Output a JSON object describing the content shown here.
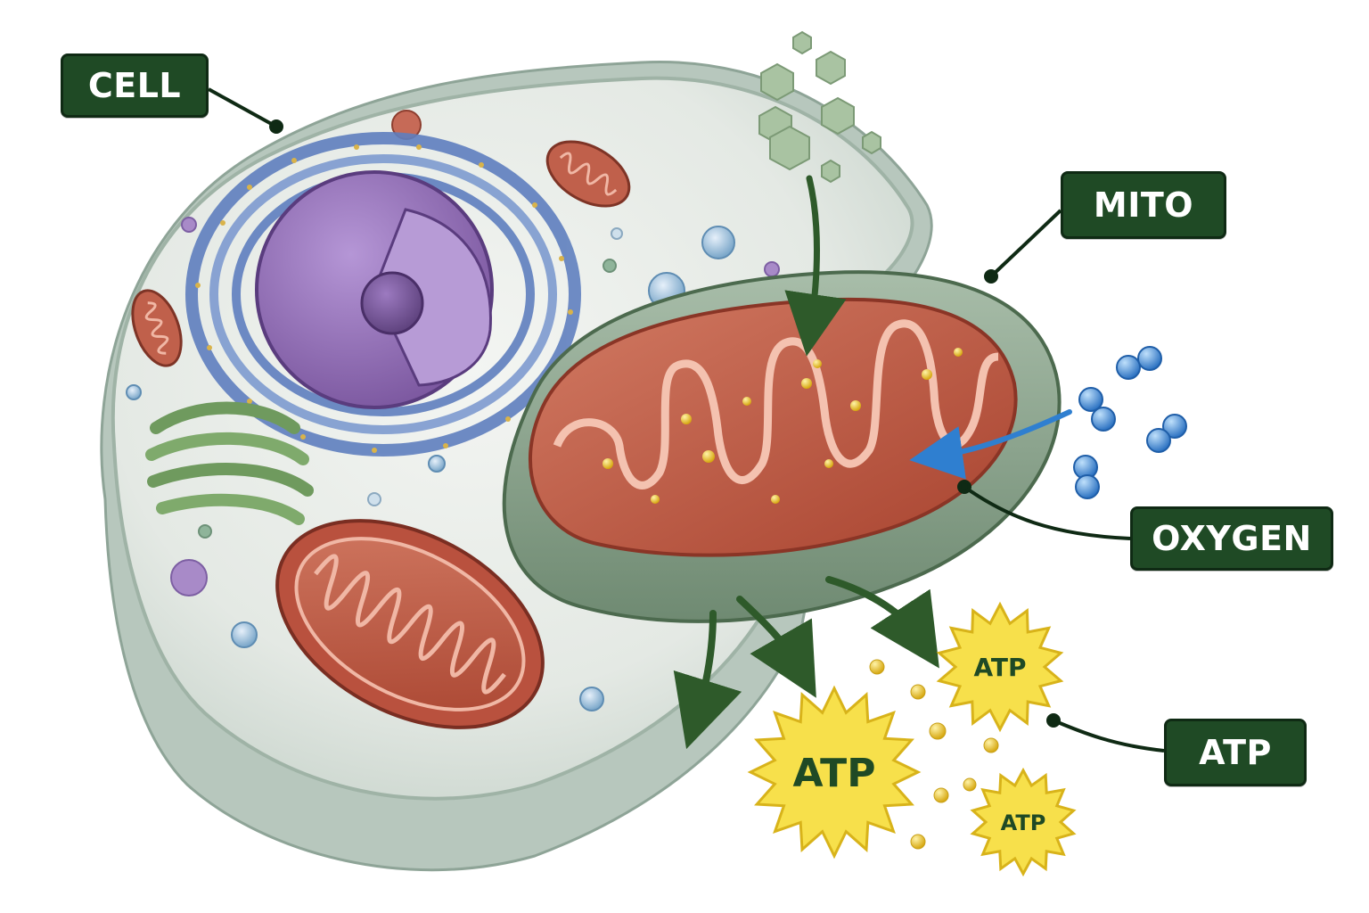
{
  "labels": {
    "cell": "CELL",
    "mito": "MITO",
    "oxygen": "OXYGEN",
    "atp": "ATP"
  },
  "atp_bursts": [
    {
      "text": "ATP"
    },
    {
      "text": "ATP"
    },
    {
      "text": "ATP"
    }
  ],
  "colors": {
    "label_bg": "#1f4a25",
    "cell_membrane": "#aebfb4",
    "cytoplasm": "#e9ece8",
    "nucleus": "#8e6bb0",
    "er": "#5f7fbf",
    "golgi": "#6f9a5e",
    "mitochondria": "#b8513f",
    "mito_outer": "#7e9880",
    "glucose": "#a9c3a2",
    "oxygen": "#3f86d4",
    "atp": "#f7e04b",
    "arrow_green": "#2e5a2a",
    "arrow_blue": "#2f7fd0"
  }
}
